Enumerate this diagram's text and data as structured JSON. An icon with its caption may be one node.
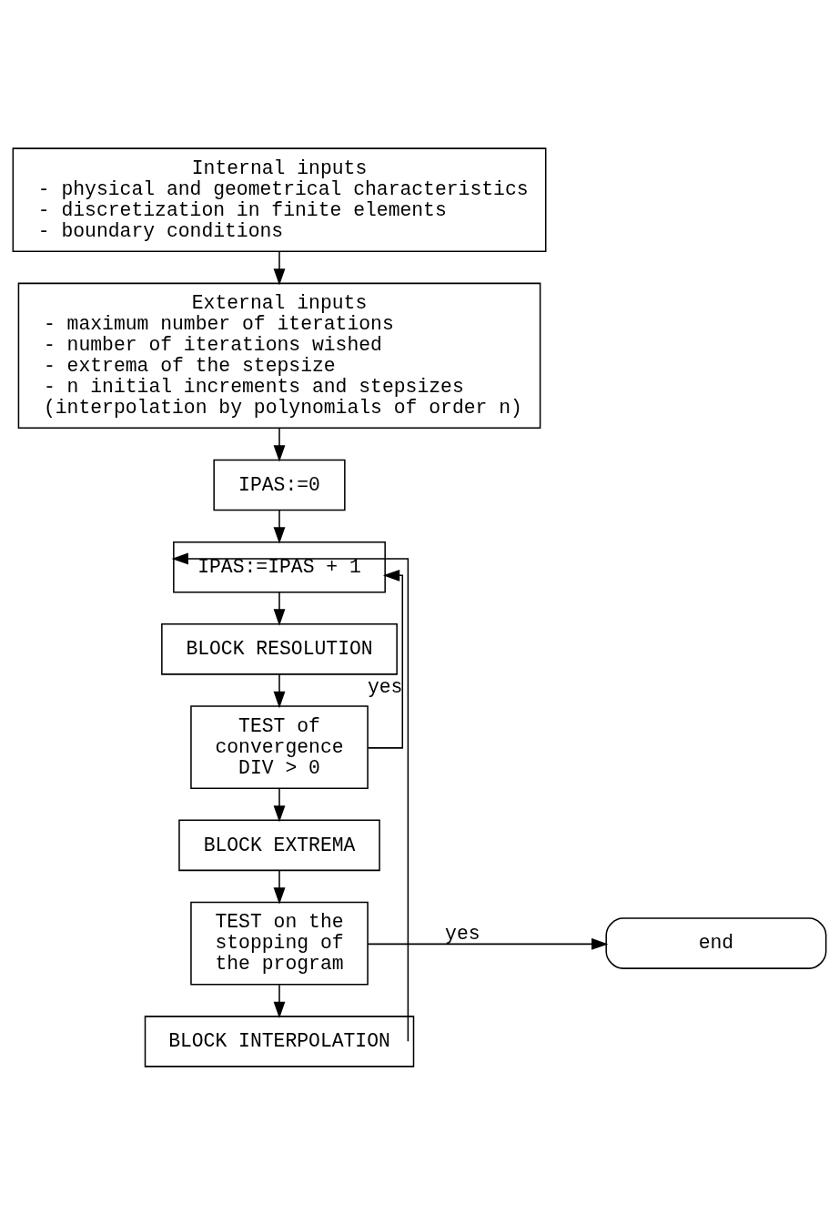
{
  "diagram": {
    "nodes": [
      {
        "text": [
          "Internal inputs",
          "- physical and geometrical characteristics",
          "- discretization in finite elements",
          "- boundary conditions"
        ]
      },
      {
        "text": [
          "External inputs",
          "- maximum number of iterations",
          "- number of iterations wished",
          "- extrema of the stepsize",
          "- n initial increments and stepsizes (interpolation by polynomials of order n)"
        ]
      },
      {
        "text": [
          "IPAS:=0"
        ]
      },
      {
        "text": [
          "IPAS:=IPAS + 1"
        ]
      },
      {
        "text": [
          "BLOCK RESOLUTION"
        ]
      },
      {
        "text": [
          "TEST of convergence DIV > 0"
        ]
      },
      {
        "text": [
          "BLOCK EXTREMA"
        ]
      },
      {
        "text": [
          "TEST on the stopping of the program"
        ]
      },
      {
        "text": [
          "end"
        ]
      },
      {
        "text": [
          "BLOCK INTERPOLATION"
        ]
      }
    ],
    "edges": [
      {
        "from": 0,
        "to": 1,
        "arrow": "to"
      },
      {
        "from": 1,
        "to": 2,
        "arrow": "to"
      },
      {
        "from": 2,
        "to": 3,
        "arrow": "to"
      },
      {
        "from": 3,
        "to": 4,
        "arrow": "to"
      },
      {
        "from": 4,
        "to": 5,
        "arrow": "to"
      },
      {
        "from": 5,
        "to": 3,
        "arrow": "to",
        "label": "yes"
      },
      {
        "from": 5,
        "to": 6,
        "arrow": "to"
      },
      {
        "from": 6,
        "to": 7,
        "arrow": "to"
      },
      {
        "from": 7,
        "to": 8,
        "arrow": "to",
        "label": "yes"
      },
      {
        "from": 7,
        "to": 9,
        "arrow": "to"
      },
      {
        "from": 9,
        "to": 3,
        "arrow": "to"
      }
    ]
  }
}
